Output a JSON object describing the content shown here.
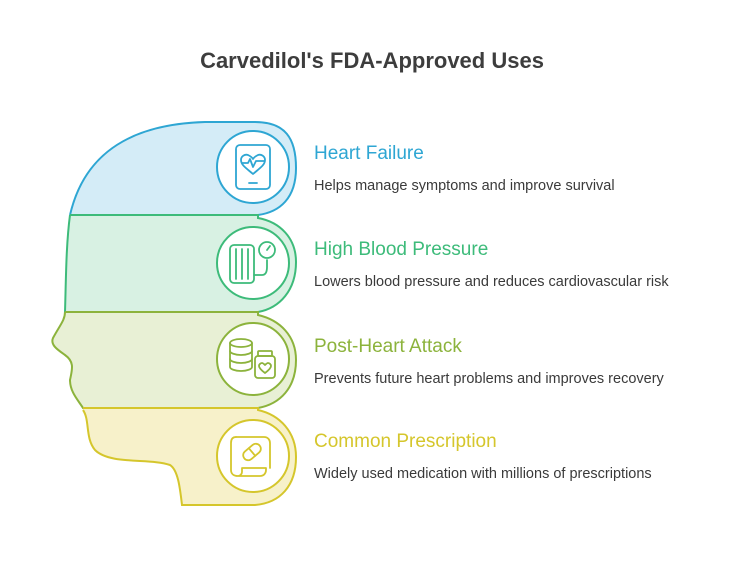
{
  "title": "Carvedilol's FDA-Approved Uses",
  "items": [
    {
      "title": "Heart Failure",
      "description": "Helps manage symptoms and improve survival",
      "icon": "tablet-heart-icon",
      "color": "#2ea6d3",
      "fill": "#d4ecf7"
    },
    {
      "title": "High Blood Pressure",
      "description": "Lowers blood pressure and reduces cardiovascular risk",
      "icon": "blood-pressure-monitor-icon",
      "color": "#3dbb7a",
      "fill": "#d8f1e3"
    },
    {
      "title": "Post-Heart Attack",
      "description": "Prevents future heart problems and improves recovery",
      "icon": "pills-bottle-icon",
      "color": "#8cb33c",
      "fill": "#e8f0d5"
    },
    {
      "title": "Common Prescription",
      "description": "Widely used medication with millions of prescriptions",
      "icon": "prescription-scroll-icon",
      "color": "#d5c62c",
      "fill": "#f7f1ca"
    }
  ]
}
